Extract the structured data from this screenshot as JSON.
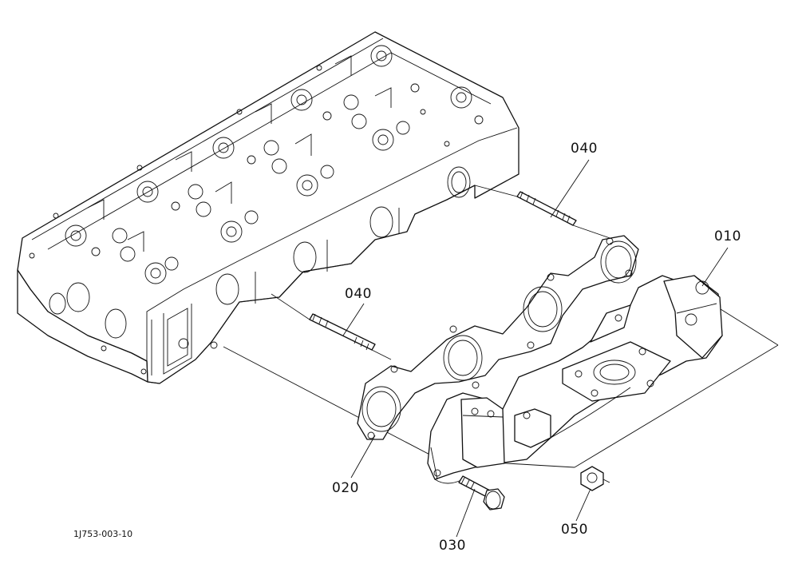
{
  "callouts": {
    "manifold": "010",
    "gasket": "020",
    "bolt": "030",
    "stud_upper": "040",
    "stud_lower": "040",
    "nut": "050"
  },
  "drawing_code": "1J753-003-10"
}
